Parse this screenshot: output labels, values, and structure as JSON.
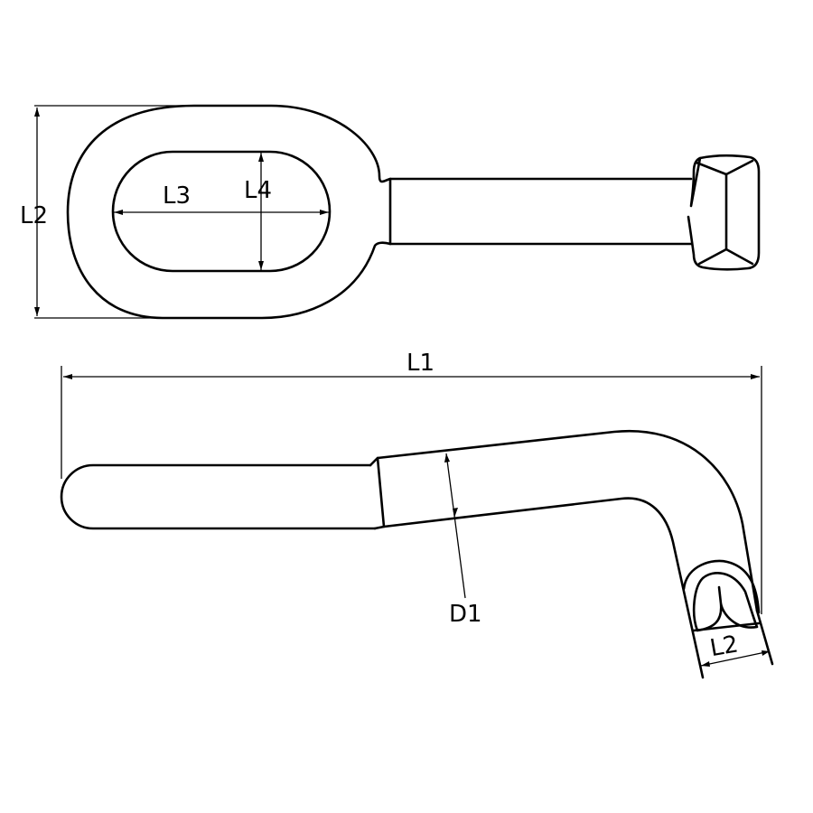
{
  "title": "Eye bolt wrench dimension drawing",
  "labels": {
    "top_height": "L2",
    "slot_length": "L3",
    "slot_width": "L4",
    "overall_length": "L1",
    "diameter": "D1",
    "end_width": "L2"
  },
  "colors": {
    "line": "#000000",
    "background": "#ffffff"
  }
}
